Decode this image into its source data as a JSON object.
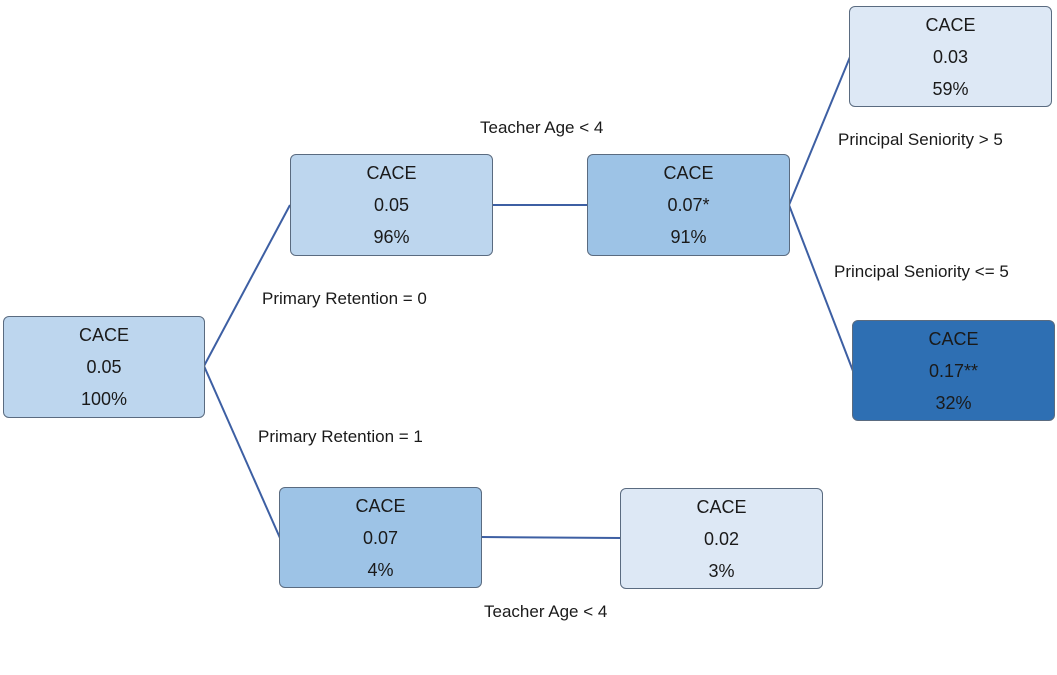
{
  "colors": {
    "edge": "#3d5fa3",
    "shade_lightest": "#dde8f5",
    "shade_light": "#bdd6ee",
    "shade_medium": "#9dc3e6",
    "shade_dark": "#2e6fb3"
  },
  "nodes": {
    "root": {
      "metric": "CACE",
      "value": "0.05",
      "share": "100%"
    },
    "upper_left": {
      "metric": "CACE",
      "value": "0.05",
      "share": "96%"
    },
    "upper_mid": {
      "metric": "CACE",
      "value": "0.07*",
      "share": "91%"
    },
    "top_right": {
      "metric": "CACE",
      "value": "0.03",
      "share": "59%"
    },
    "right_dark": {
      "metric": "CACE",
      "value": "0.17**",
      "share": "32%"
    },
    "lower_left": {
      "metric": "CACE",
      "value": "0.07",
      "share": "4%"
    },
    "lower_right": {
      "metric": "CACE",
      "value": "0.02",
      "share": "3%"
    }
  },
  "edge_labels": {
    "teacher_age_upper": "Teacher Age < 4",
    "principal_seniority_gt": "Principal Seniority > 5",
    "principal_seniority_le": "Principal Seniority <= 5",
    "primary_retention_0": "Primary Retention = 0",
    "primary_retention_1": "Primary Retention = 1",
    "teacher_age_lower": "Teacher Age < 4"
  }
}
